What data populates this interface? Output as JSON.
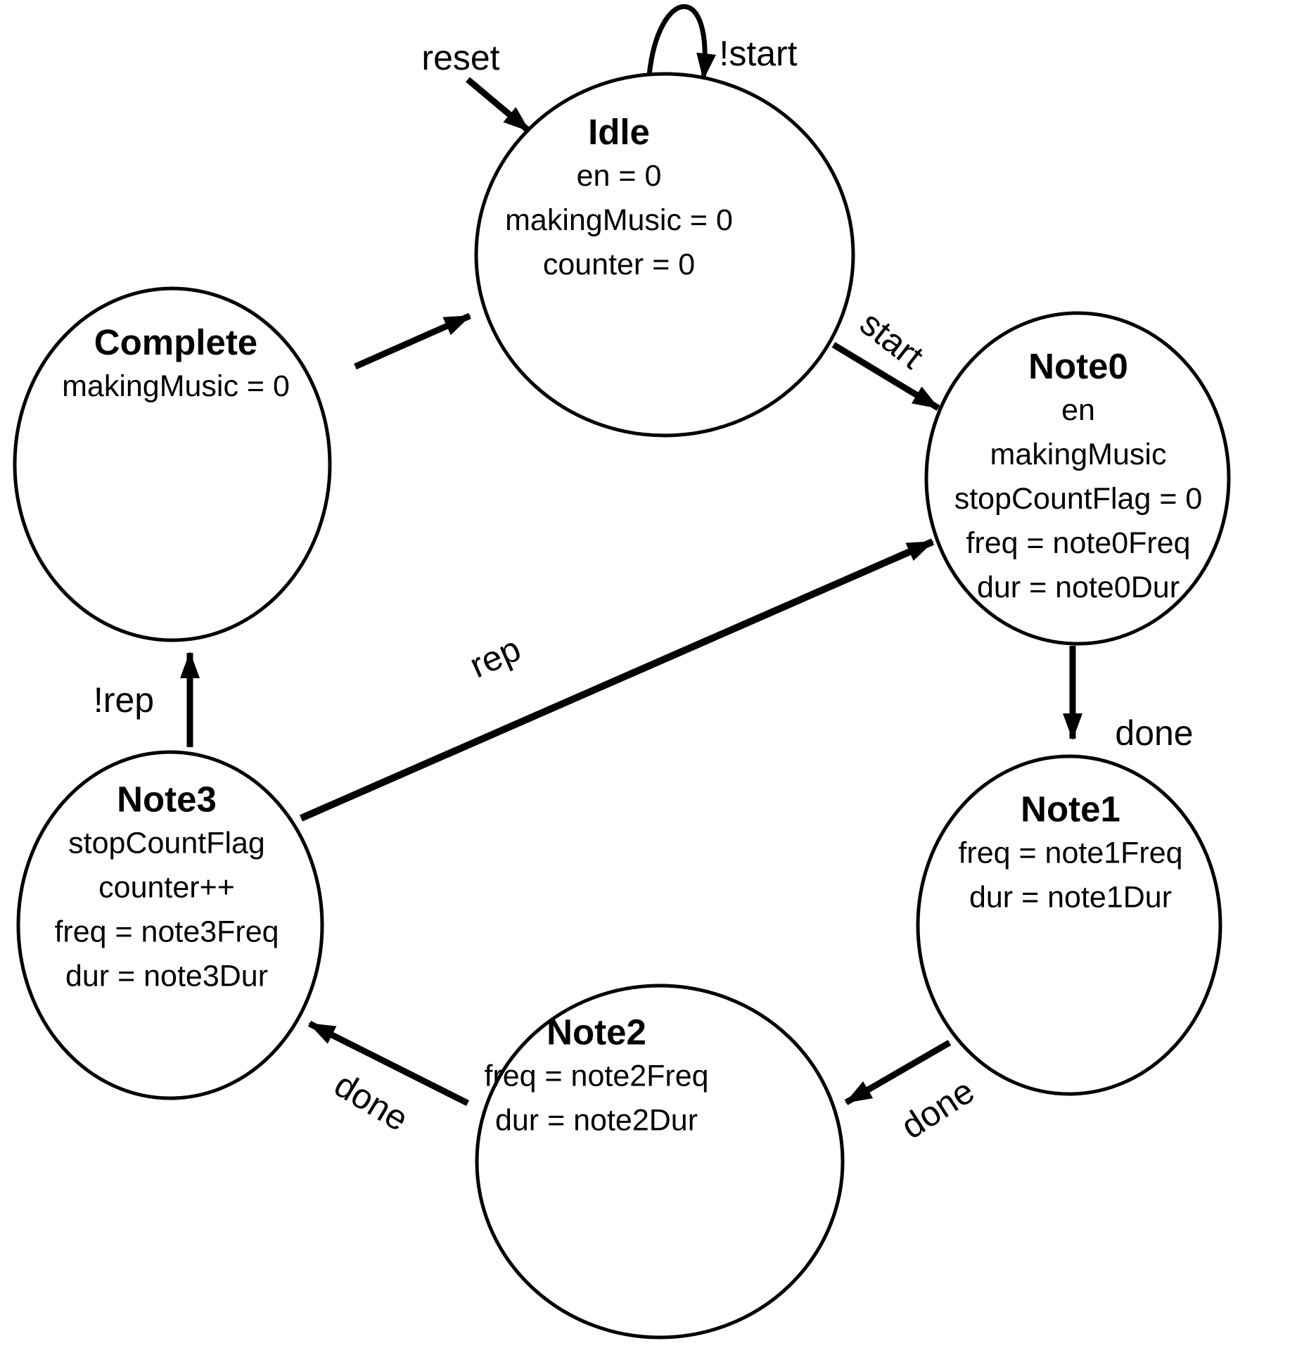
{
  "diagram": {
    "kind": "finite-state-machine",
    "background_color": "#ffffff",
    "stroke_color": "#000000",
    "text_color": "#000000"
  },
  "states": [
    {
      "name": "Idle",
      "lines": [
        "en = 0",
        "makingMusic = 0",
        "counter = 0"
      ]
    },
    {
      "name": "Note0",
      "lines": [
        "en",
        "makingMusic",
        "stopCountFlag = 0",
        "freq = note0Freq",
        "dur = note0Dur"
      ]
    },
    {
      "name": "Note1",
      "lines": [
        "freq = note1Freq",
        "dur = note1Dur"
      ]
    },
    {
      "name": "Note2",
      "lines": [
        "freq = note2Freq",
        "dur = note2Dur"
      ]
    },
    {
      "name": "Note3",
      "lines": [
        "stopCountFlag",
        "counter++",
        "freq = note3Freq",
        "dur = note3Dur"
      ]
    },
    {
      "name": "Complete",
      "lines": [
        "makingMusic = 0"
      ]
    }
  ],
  "transitions": [
    {
      "from": "(external)",
      "to": "Idle",
      "label": "reset"
    },
    {
      "from": "Idle",
      "to": "Idle",
      "label": "!start"
    },
    {
      "from": "Idle",
      "to": "Note0",
      "label": "start"
    },
    {
      "from": "Note0",
      "to": "Note1",
      "label": "done"
    },
    {
      "from": "Note1",
      "to": "Note2",
      "label": "done"
    },
    {
      "from": "Note2",
      "to": "Note3",
      "label": "done"
    },
    {
      "from": "Note3",
      "to": "Note0",
      "label": "rep"
    },
    {
      "from": "Note3",
      "to": "Complete",
      "label": "!rep"
    },
    {
      "from": "Complete",
      "to": "Idle",
      "label": ""
    }
  ]
}
